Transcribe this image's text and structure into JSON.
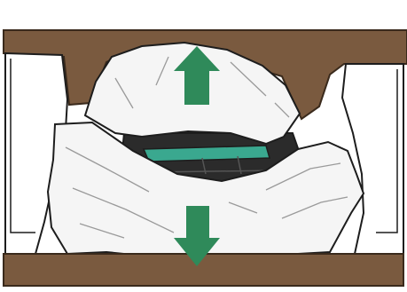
{
  "illustration": {
    "subject": "packaging-removal-step",
    "colors": {
      "cardboard": "#7a5a3f",
      "cardboard_outline": "#3a2a1c",
      "bag": "#f5f5f5",
      "bag_shadow": "#e6e6e6",
      "outline": "#1d1d1d",
      "arrow": "#2f8a5a",
      "device_dark": "#2b2b2b",
      "device_accent": "#3aa88f"
    },
    "arrows": [
      {
        "direction": "up",
        "icon": "arrow-up-icon"
      },
      {
        "direction": "down",
        "icon": "arrow-down-icon"
      }
    ]
  }
}
